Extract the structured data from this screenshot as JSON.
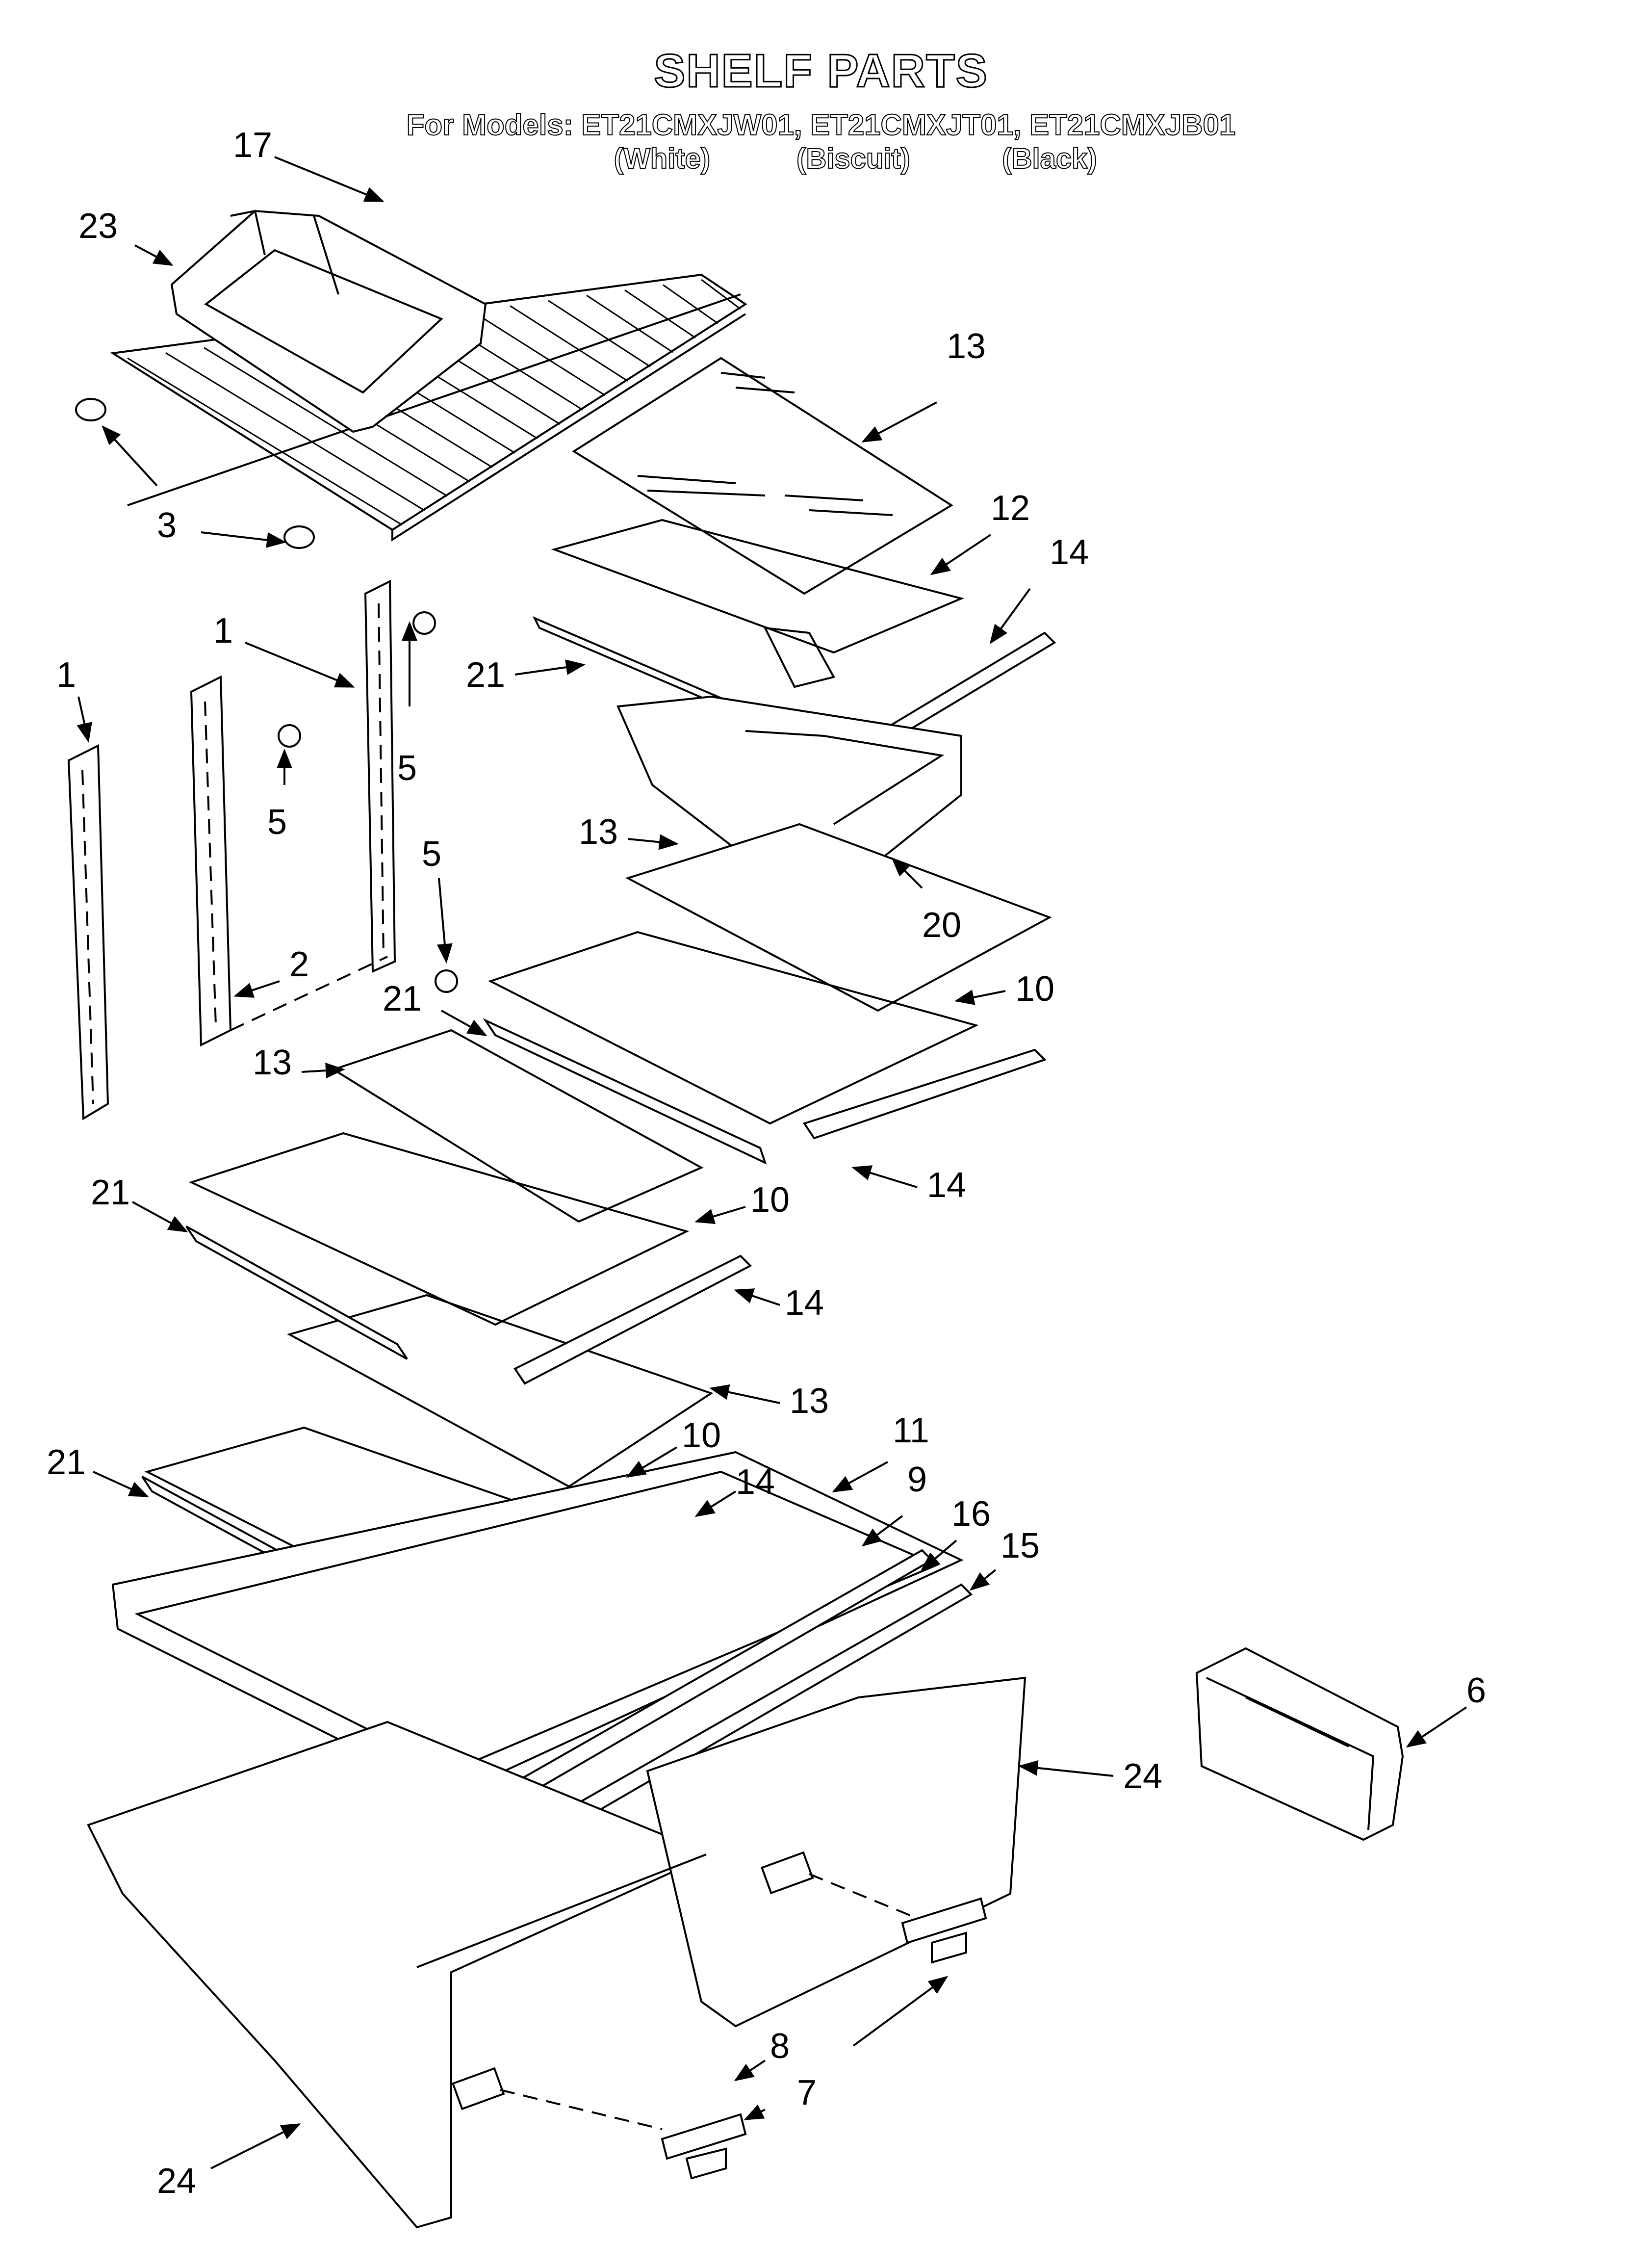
{
  "diagram": {
    "title": "SHELF PARTS",
    "models_line": "For Models: ET21CMXJW01, ET21CMXJT01, ET21CMXJB01",
    "variants": [
      "(White)",
      "(Biscuit)",
      "(Black)"
    ]
  },
  "callouts": [
    {
      "id": "c17",
      "label": "17"
    },
    {
      "id": "c23",
      "label": "23"
    },
    {
      "id": "c3",
      "label": "3"
    },
    {
      "id": "c13a",
      "label": "13"
    },
    {
      "id": "c12",
      "label": "12"
    },
    {
      "id": "c14a",
      "label": "14"
    },
    {
      "id": "c1a",
      "label": "1"
    },
    {
      "id": "c1b",
      "label": "1"
    },
    {
      "id": "c21a",
      "label": "21"
    },
    {
      "id": "c5a",
      "label": "5"
    },
    {
      "id": "c5b",
      "label": "5"
    },
    {
      "id": "c5c",
      "label": "5"
    },
    {
      "id": "c13b",
      "label": "13"
    },
    {
      "id": "c20",
      "label": "20"
    },
    {
      "id": "c2",
      "label": "2"
    },
    {
      "id": "c10a",
      "label": "10"
    },
    {
      "id": "c21b",
      "label": "21"
    },
    {
      "id": "c13c",
      "label": "13"
    },
    {
      "id": "c14b",
      "label": "14"
    },
    {
      "id": "c21c",
      "label": "21"
    },
    {
      "id": "c10b",
      "label": "10"
    },
    {
      "id": "c14c",
      "label": "14"
    },
    {
      "id": "c13d",
      "label": "13"
    },
    {
      "id": "c10c",
      "label": "10"
    },
    {
      "id": "c11",
      "label": "11"
    },
    {
      "id": "c21d",
      "label": "21"
    },
    {
      "id": "c14d",
      "label": "14"
    },
    {
      "id": "c9",
      "label": "9"
    },
    {
      "id": "c16",
      "label": "16"
    },
    {
      "id": "c15",
      "label": "15"
    },
    {
      "id": "c6",
      "label": "6"
    },
    {
      "id": "c24a",
      "label": "24"
    },
    {
      "id": "c8",
      "label": "8"
    },
    {
      "id": "c7",
      "label": "7"
    },
    {
      "id": "c24b",
      "label": "24"
    }
  ]
}
